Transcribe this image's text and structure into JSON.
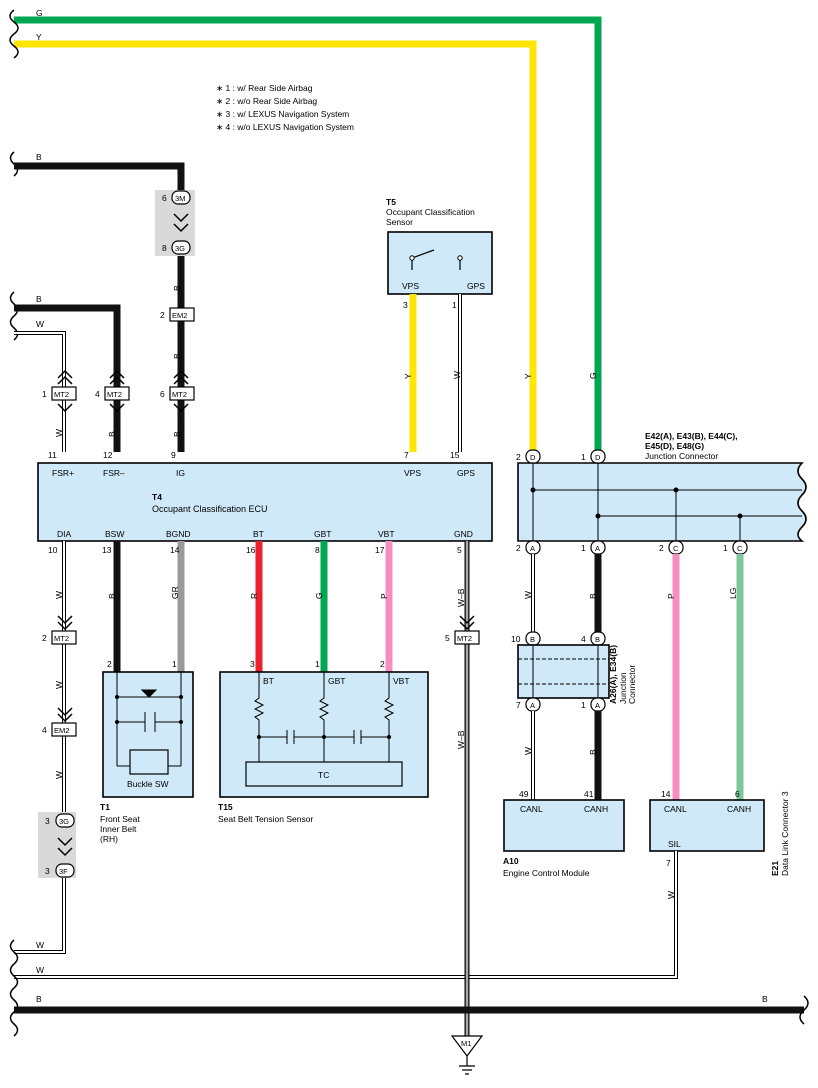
{
  "notes": [
    "∗ 1 : w/ Rear Side Airbag",
    "∗ 2 : w/o Rear Side Airbag",
    "∗ 3 : w/ LEXUS Navigation System",
    "∗ 4 : w/o LEXUS Navigation System"
  ],
  "colors": {
    "G": "#00a651",
    "Y": "#ffe600",
    "B": "#111111",
    "W": "#ffffff",
    "R": "#e8212c",
    "P": "#f48fc0",
    "GR": "#9a9a9a",
    "LG": "#7dc89a",
    "component_fill": "#cfe9f8"
  },
  "top_wires": {
    "g": "G",
    "y": "Y",
    "b1": "B",
    "b2": "B",
    "w1": "W",
    "w2": "W",
    "w3": "W",
    "b3": "B",
    "b3_right": "B"
  },
  "connectors": {
    "3m": "3M",
    "3g": "3G",
    "em2": "EM2",
    "mt2": "MT2",
    "3f": "3F",
    "m1": "M1",
    "d": "D",
    "a": "A",
    "b": "B",
    "c": "C",
    "pin_6": "6",
    "pin_8": "8",
    "pin_2": "2",
    "pin_1": "1",
    "pin_4": "4",
    "pin_3": "3",
    "pin_5": "5",
    "pin_7": "7",
    "pin_9": "9",
    "pin_10": "10",
    "pin_11": "11",
    "pin_12": "12",
    "pin_13": "13",
    "pin_14": "14",
    "pin_15": "15",
    "pin_16": "16",
    "pin_17": "17",
    "pin_41": "41",
    "pin_49": "49"
  },
  "t5": {
    "code": "T5",
    "name": "Occupant Classification\nSensor",
    "vps": "VPS",
    "gps": "GPS"
  },
  "t4": {
    "code": "T4",
    "name": "Occupant Classification ECU",
    "top_pins": [
      "FSR+",
      "FSR–",
      "IG",
      "VPS",
      "GPS"
    ],
    "bottom_pins": [
      "DIA",
      "BSW",
      "BGND",
      "BT",
      "GBT",
      "VBT",
      "GND"
    ]
  },
  "junction_e": {
    "code": "E42(A), E43(B), E44(C),\nE45(D), E48(G)",
    "name": "Junction Connector"
  },
  "junction_a": {
    "code": "A26(A), E34(B)",
    "name": "Junction\nConnector"
  },
  "t1": {
    "code": "T1",
    "name": "Front Seat\nInner Belt\n(RH)",
    "switch": "Buckle SW"
  },
  "t15": {
    "code": "T15",
    "name": "Seat Belt Tension Sensor",
    "bt": "BT",
    "gbt": "GBT",
    "vbt": "VBT",
    "tc": "TC"
  },
  "a10": {
    "code": "A10",
    "name": "Engine Control Module",
    "canl": "CANL",
    "canh": "CANH"
  },
  "e21": {
    "code": "E21",
    "name": "Data Link Connector 3",
    "canl": "CANL",
    "canh": "CANH",
    "sil": "SIL"
  },
  "wire_labels": {
    "w": "W",
    "b": "B",
    "y": "Y",
    "g": "G",
    "gr": "GR",
    "r": "R",
    "p": "P",
    "lg": "LG",
    "wb": "W–B"
  }
}
